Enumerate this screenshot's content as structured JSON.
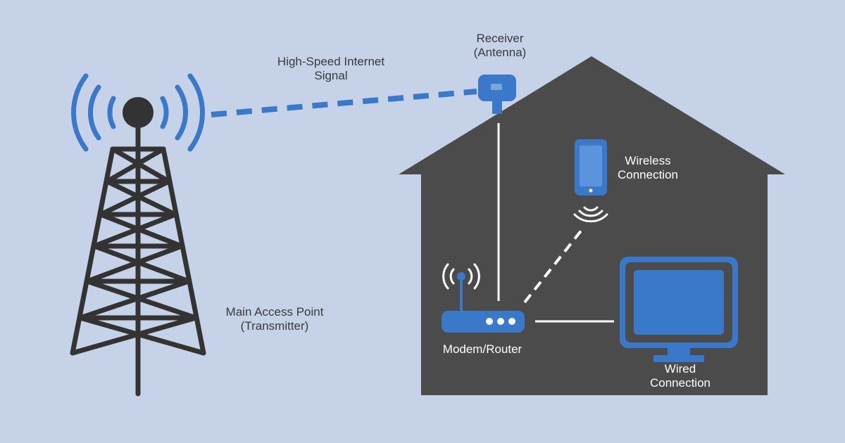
{
  "labels": {
    "signal": {
      "line1": "High-Speed Internet",
      "line2": "Signal"
    },
    "receiver": {
      "line1": "Receiver",
      "line2": "(Antenna)"
    },
    "access_point": {
      "line1": "Main Access Point",
      "line2": "(Transmitter)"
    },
    "wireless": {
      "line1": "Wireless",
      "line2": "Connection"
    },
    "router": {
      "line1": "Modem/Router"
    },
    "wired": {
      "line1": "Wired",
      "line2": "Connection"
    }
  },
  "colors": {
    "background": "#c5d2e8",
    "house": "#4b4b4b",
    "tower": "#333333",
    "accent_blue": "#3a78c9",
    "outside_text": "#3a3a3a",
    "inside_text": "#ffffff",
    "connection_line": "#ffffff"
  },
  "icons": [
    "cell-tower-icon",
    "broadcast-waves-icon",
    "receiver-antenna-icon",
    "house-icon",
    "router-icon",
    "smartphone-icon",
    "wifi-icon",
    "monitor-icon"
  ]
}
